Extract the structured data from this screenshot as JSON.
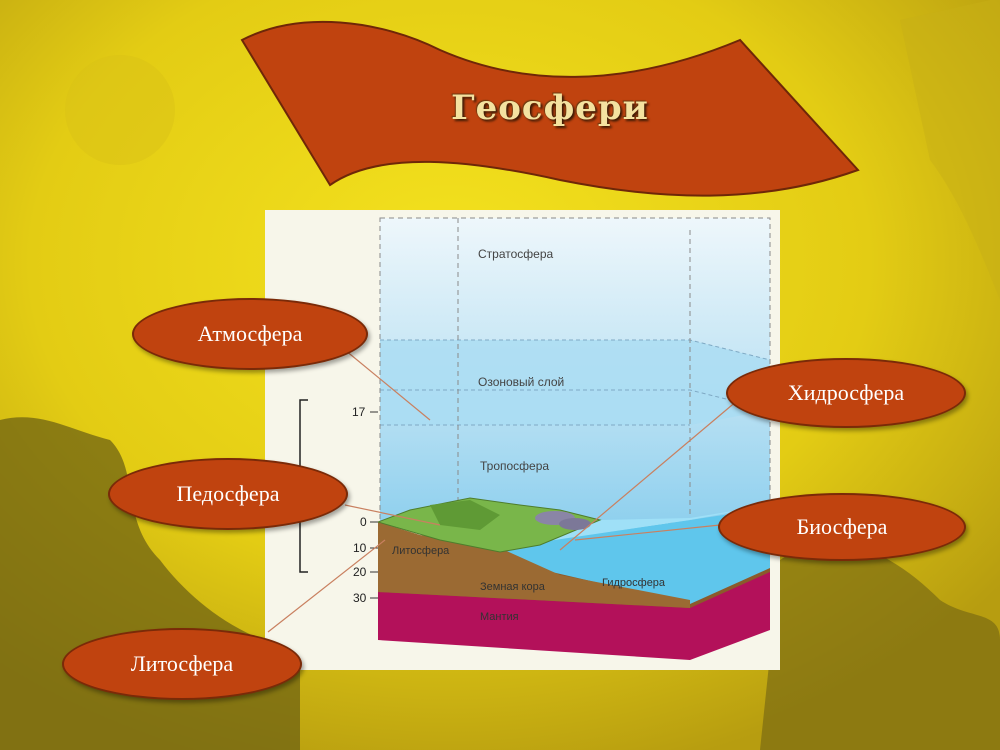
{
  "title": "Геосфери",
  "callouts": {
    "atmosphere": "Атмосфера",
    "pedosphere": "Педосфера",
    "lithosphere": "Литосфера",
    "hydrosphere": "Хидросфера",
    "biosphere": "Биосфера"
  },
  "diagram": {
    "stratosphere": "Стратосфера",
    "ozone": "Озоновый слой",
    "troposphere": "Тропосфера",
    "lithosphere": "Литосфера",
    "crust": "Земная кора",
    "hydrosphere": "Гидросфера",
    "mantle": "Мантия",
    "scale": [
      "17",
      "0",
      "10",
      "20",
      "30"
    ]
  },
  "colors": {
    "background": "#e8d21a",
    "banner": "#c0430f",
    "oval": "#c0430f"
  }
}
